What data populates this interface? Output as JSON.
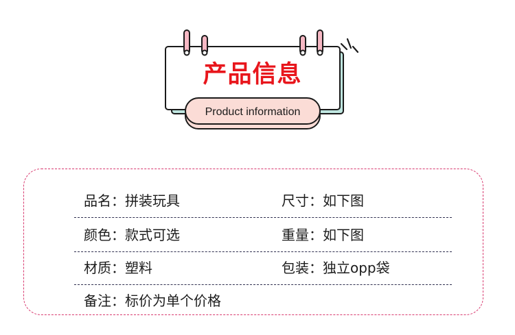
{
  "banner": {
    "title": "产品信息",
    "subtitle": "Product information"
  },
  "colors": {
    "title_red": "#e8161c",
    "pink_border": "#d8386e",
    "pill_fill": "#fbdcd6",
    "teal_shadow": "#bfe6e0",
    "ring_pink": "#f7b8c4"
  },
  "rows": [
    {
      "left": "品名：拼装玩具",
      "right": "尺寸：如下图"
    },
    {
      "left": "颜色：款式可选",
      "right": "重量：如下图"
    },
    {
      "left": "材质：塑料",
      "right": "包装：独立opp袋"
    },
    {
      "left": "备注：标价为单个价格",
      "right": ""
    }
  ]
}
